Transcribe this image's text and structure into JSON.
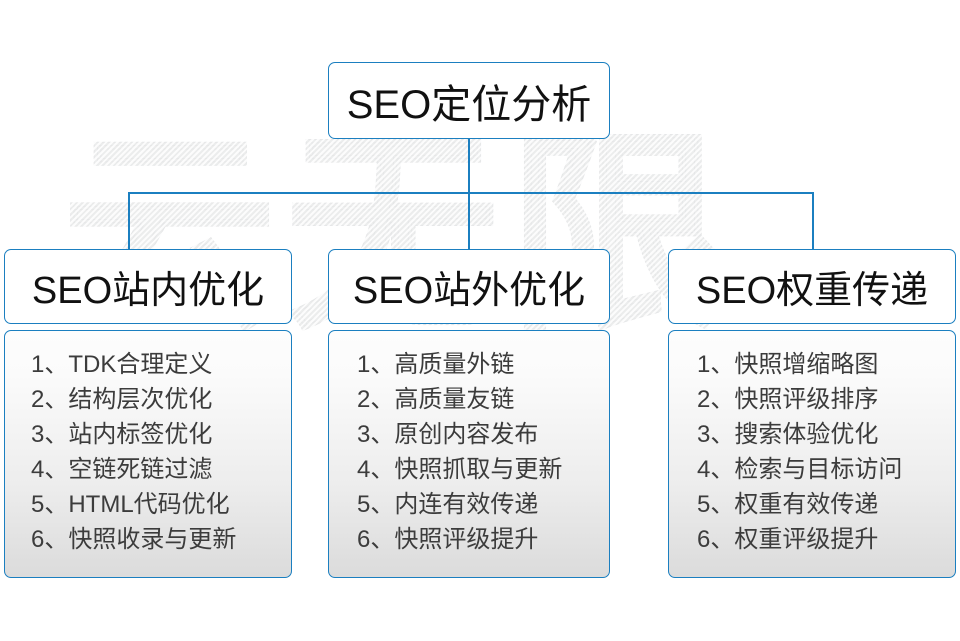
{
  "diagram": {
    "title": "SEO定位分析",
    "watermark": "云无限",
    "accent_color": "#1b7fc0",
    "text_color": "#111111",
    "list_text_color": "#3c3c3c",
    "background_color": "#ffffff",
    "columns": [
      {
        "header": "SEO站内优化",
        "items": [
          "1、TDK合理定义",
          "2、结构层次优化",
          "3、站内标签优化",
          "4、空链死链过滤",
          "5、HTML代码优化",
          "6、快照收录与更新"
        ]
      },
      {
        "header": "SEO站外优化",
        "items": [
          "1、高质量外链",
          "2、高质量友链",
          "3、原创内容发布",
          "4、快照抓取与更新",
          "5、内连有效传递",
          "6、快照评级提升"
        ]
      },
      {
        "header": "SEO权重传递",
        "items": [
          "1、快照增缩略图",
          "2、快照评级排序",
          "3、搜索体验优化",
          "4、检索与目标访问",
          "5、权重有效传递",
          "6、权重评级提升"
        ]
      }
    ]
  }
}
